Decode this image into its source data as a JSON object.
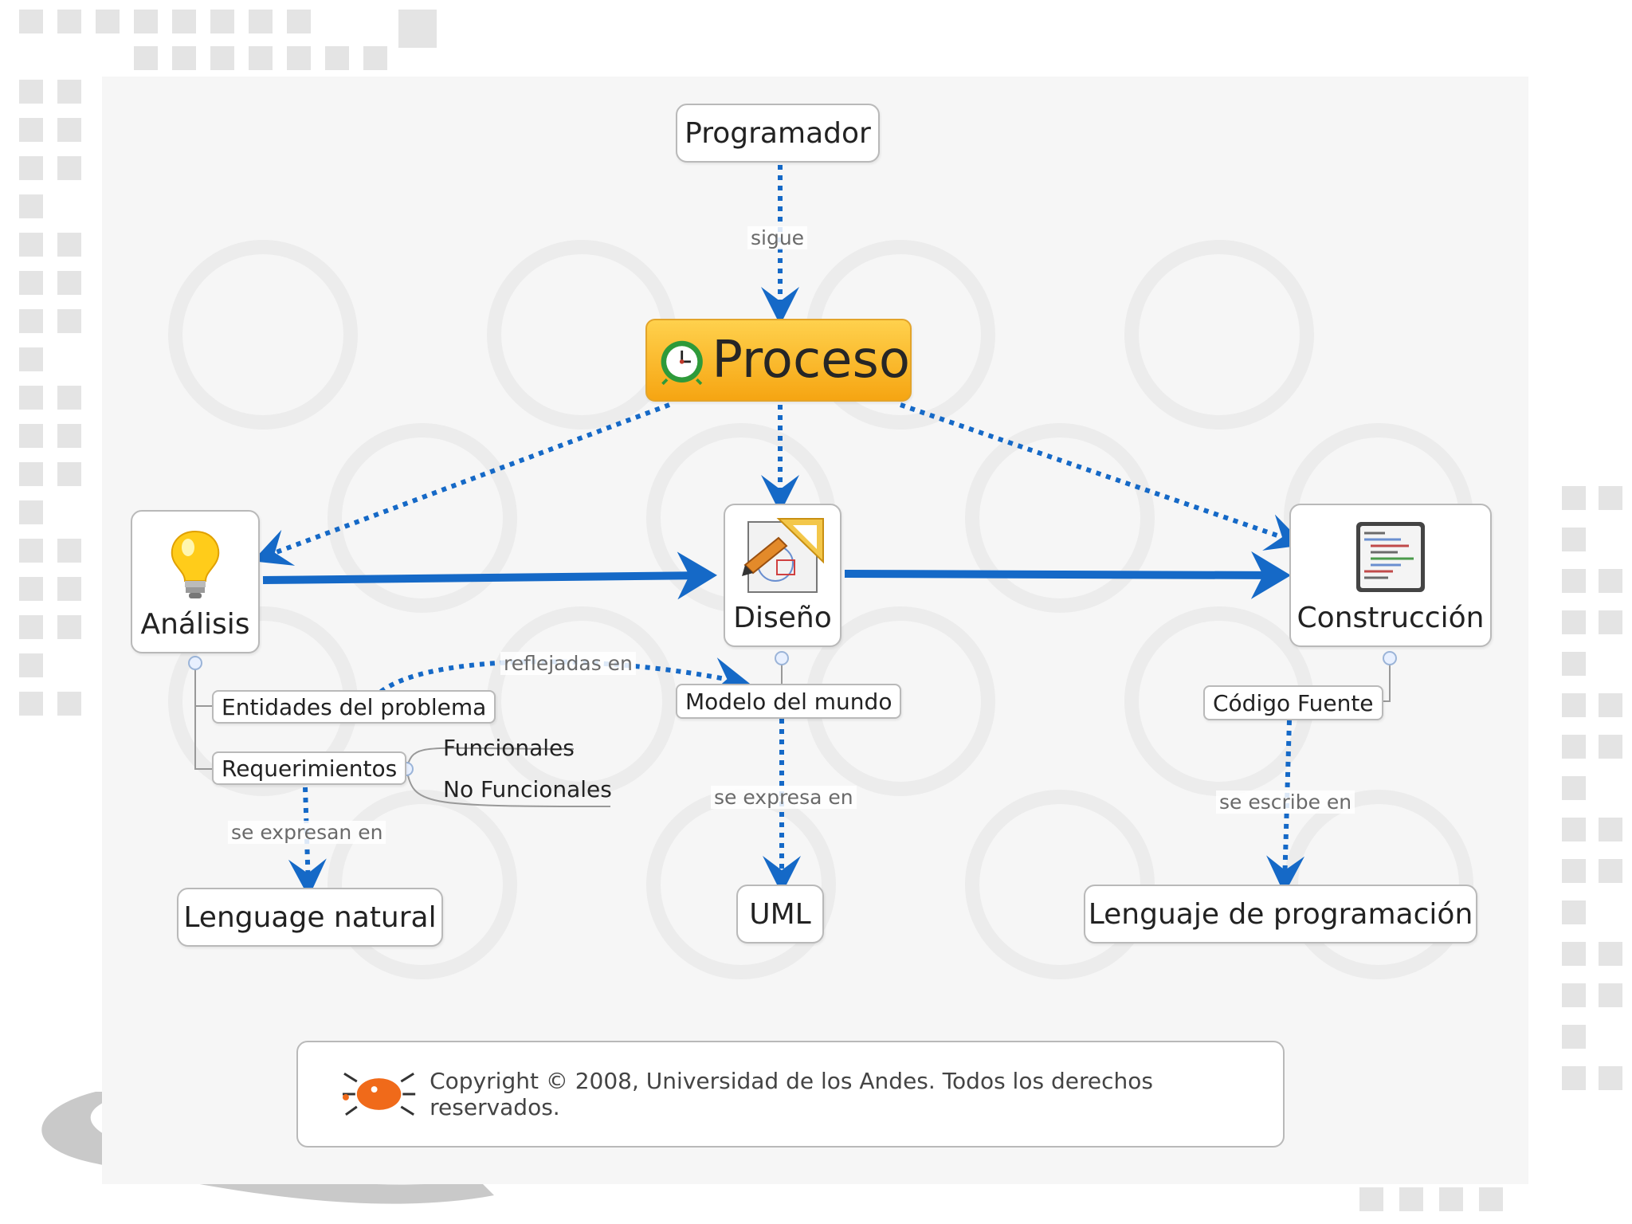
{
  "nodes": {
    "programador": "Programador",
    "proceso": "Proceso",
    "analisis": "Análisis",
    "diseno": "Diseño",
    "construccion": "Construcción",
    "entidades": "Entidades del problema",
    "requerimientos": "Requerimientos",
    "funcionales": "Funcionales",
    "no_funcionales": "No Funcionales",
    "modelo_mundo": "Modelo del mundo",
    "codigo_fuente": "Código Fuente",
    "lenguage_natural": "Lenguage natural",
    "uml": "UML",
    "lenguaje_programacion": "Lenguaje de programación"
  },
  "links": {
    "sigue": "sigue",
    "reflejadas_en": "reflejadas en",
    "se_expresan_en": "se expresan en",
    "se_expresa_en": "se expresa en",
    "se_escribe_en": "se escribe en"
  },
  "footer": {
    "copyright": "Copyright © 2008, Universidad de los Andes. Todos los derechos reservados."
  },
  "icons": {
    "proceso": "clock-icon",
    "analisis": "lightbulb-icon",
    "diseno": "design-tools-icon",
    "construccion": "source-code-icon",
    "footer": "university-logo"
  },
  "colors": {
    "link": "#1569c7",
    "proceso_fill": "#f6a512",
    "node_border": "#b9b9b9"
  }
}
